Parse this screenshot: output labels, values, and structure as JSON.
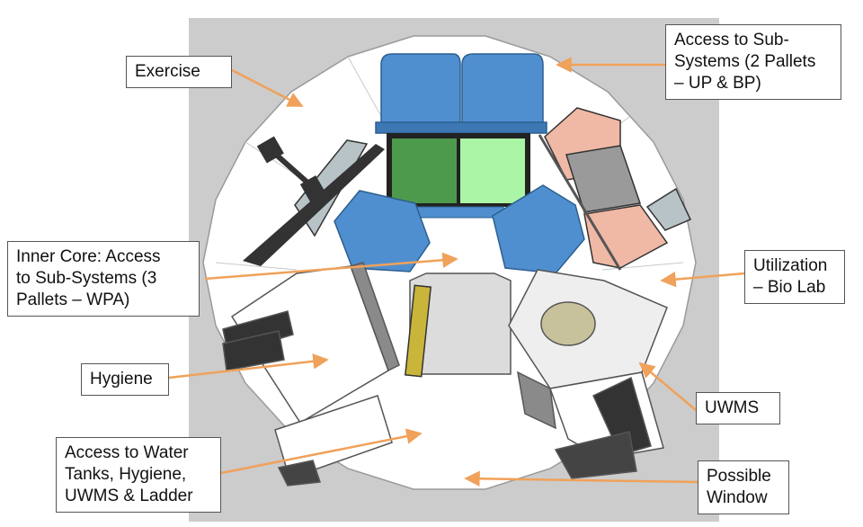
{
  "callouts": {
    "exercise": [
      "Exercise"
    ],
    "subsystems_top": [
      "Access to Sub-",
      "Systems (2 Pallets",
      "– UP & BP)"
    ],
    "inner_core": [
      "Inner Core: Access",
      "to Sub-Systems (3",
      "Pallets – WPA)"
    ],
    "utilization": [
      "Utilization",
      "– Bio Lab"
    ],
    "hygiene": [
      "Hygiene"
    ],
    "uwms": [
      "UWMS"
    ],
    "water_tanks": [
      "Access to Water",
      "Tanks, Hygiene,",
      "UWMS & Ladder"
    ],
    "window": [
      "Possible",
      "Window"
    ]
  },
  "colors": {
    "background_panel": "#cccccc",
    "floor": "#ffffff",
    "pallet_blue": "#4f8fd0",
    "pallet_blue_dark": "#2d5f8f",
    "screen_dark_green": "#4e9a4c",
    "screen_light_green": "#aaf5a6",
    "rack_salmon": "#f0b9a5",
    "panel_gray": "#666666",
    "ladder_yellow": "#c9b53a",
    "arrow_orange": "#f0a15a",
    "wall_gray": "#7a7a7a"
  }
}
